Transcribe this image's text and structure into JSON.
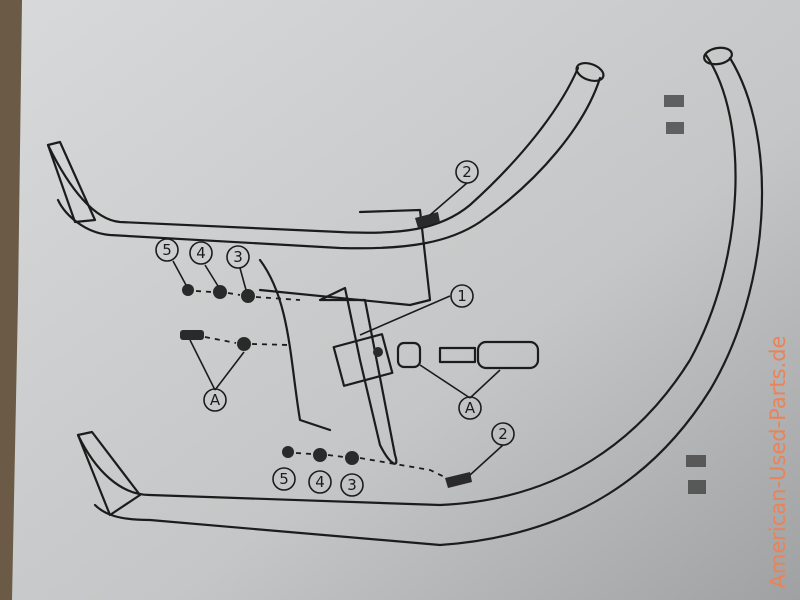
{
  "callouts": {
    "upper_2": "2",
    "part_1": "1",
    "upper_5": "5",
    "upper_4": "4",
    "upper_3": "3",
    "left_A": "A",
    "right_A": "A",
    "lower_2": "2",
    "lower_5": "5",
    "lower_4": "4",
    "lower_3": "3"
  },
  "watermark": "American-Used-Parts.de",
  "colors": {
    "paper": "#c9cbcc",
    "ink": "#1c1c1c",
    "watermark": "#e8835a"
  }
}
